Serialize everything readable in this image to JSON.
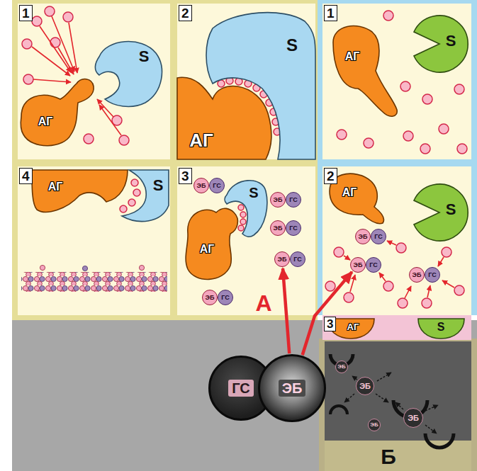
{
  "diagram": {
    "nodes": [
      {
        "text": [
          "АГ"
        ]
      },
      {
        "text": [
          "S"
        ]
      },
      {
        "text": [
          "S"
        ]
      },
      {
        "text": [
          "АГ"
        ]
      },
      {
        "text": [
          "АГ"
        ]
      },
      {
        "text": [
          "S"
        ]
      },
      {
        "text": [
          "АГ"
        ]
      },
      {
        "text": [
          "S"
        ]
      },
      {
        "text": [
          "ЭБ"
        ]
      },
      {
        "text": [
          "ГС"
        ]
      },
      {
        "text": [
          "S"
        ]
      },
      {
        "text": [
          "ЭБ"
        ]
      },
      {
        "text": [
          "ГС"
        ]
      },
      {
        "text": [
          "АГ"
        ]
      },
      {
        "text": [
          "ЭБ"
        ]
      },
      {
        "text": [
          "ГС"
        ]
      },
      {
        "text": [
          "ЭБ"
        ]
      },
      {
        "text": [
          "ГС"
        ]
      },
      {
        "text": [
          "ЭБ"
        ]
      },
      {
        "text": [
          "ГС"
        ]
      },
      {
        "text": [
          "АГ"
        ]
      },
      {
        "text": [
          "S"
        ]
      },
      {
        "text": [
          "ЭБ"
        ]
      },
      {
        "text": [
          "ГС"
        ]
      },
      {
        "text": [
          "ЭБ"
        ]
      },
      {
        "text": [
          "ГС"
        ]
      },
      {
        "text": [
          "ЭБ"
        ]
      },
      {
        "text": [
          "ГС"
        ]
      },
      {
        "text": [
          "АГ"
        ]
      },
      {
        "text": [
          "S"
        ]
      },
      {
        "text": [
          "ЭБ"
        ]
      },
      {
        "text": [
          "ЭБ"
        ]
      },
      {
        "text": [
          "ЭБ"
        ]
      },
      {
        "text": [
          "ЭБ"
        ]
      },
      {
        "text": [
          "ГС"
        ]
      },
      {
        "text": [
          "ЭБ"
        ]
      }
    ],
    "edges": [
      {
        "from": 35,
        "to": 16,
        "arrow": "to"
      },
      {
        "from": 35,
        "to": 24,
        "arrow": "to"
      }
    ],
    "labels": [
      "1",
      "2",
      "1",
      "4",
      "3",
      "2",
      "А",
      "3",
      "Б"
    ]
  }
}
